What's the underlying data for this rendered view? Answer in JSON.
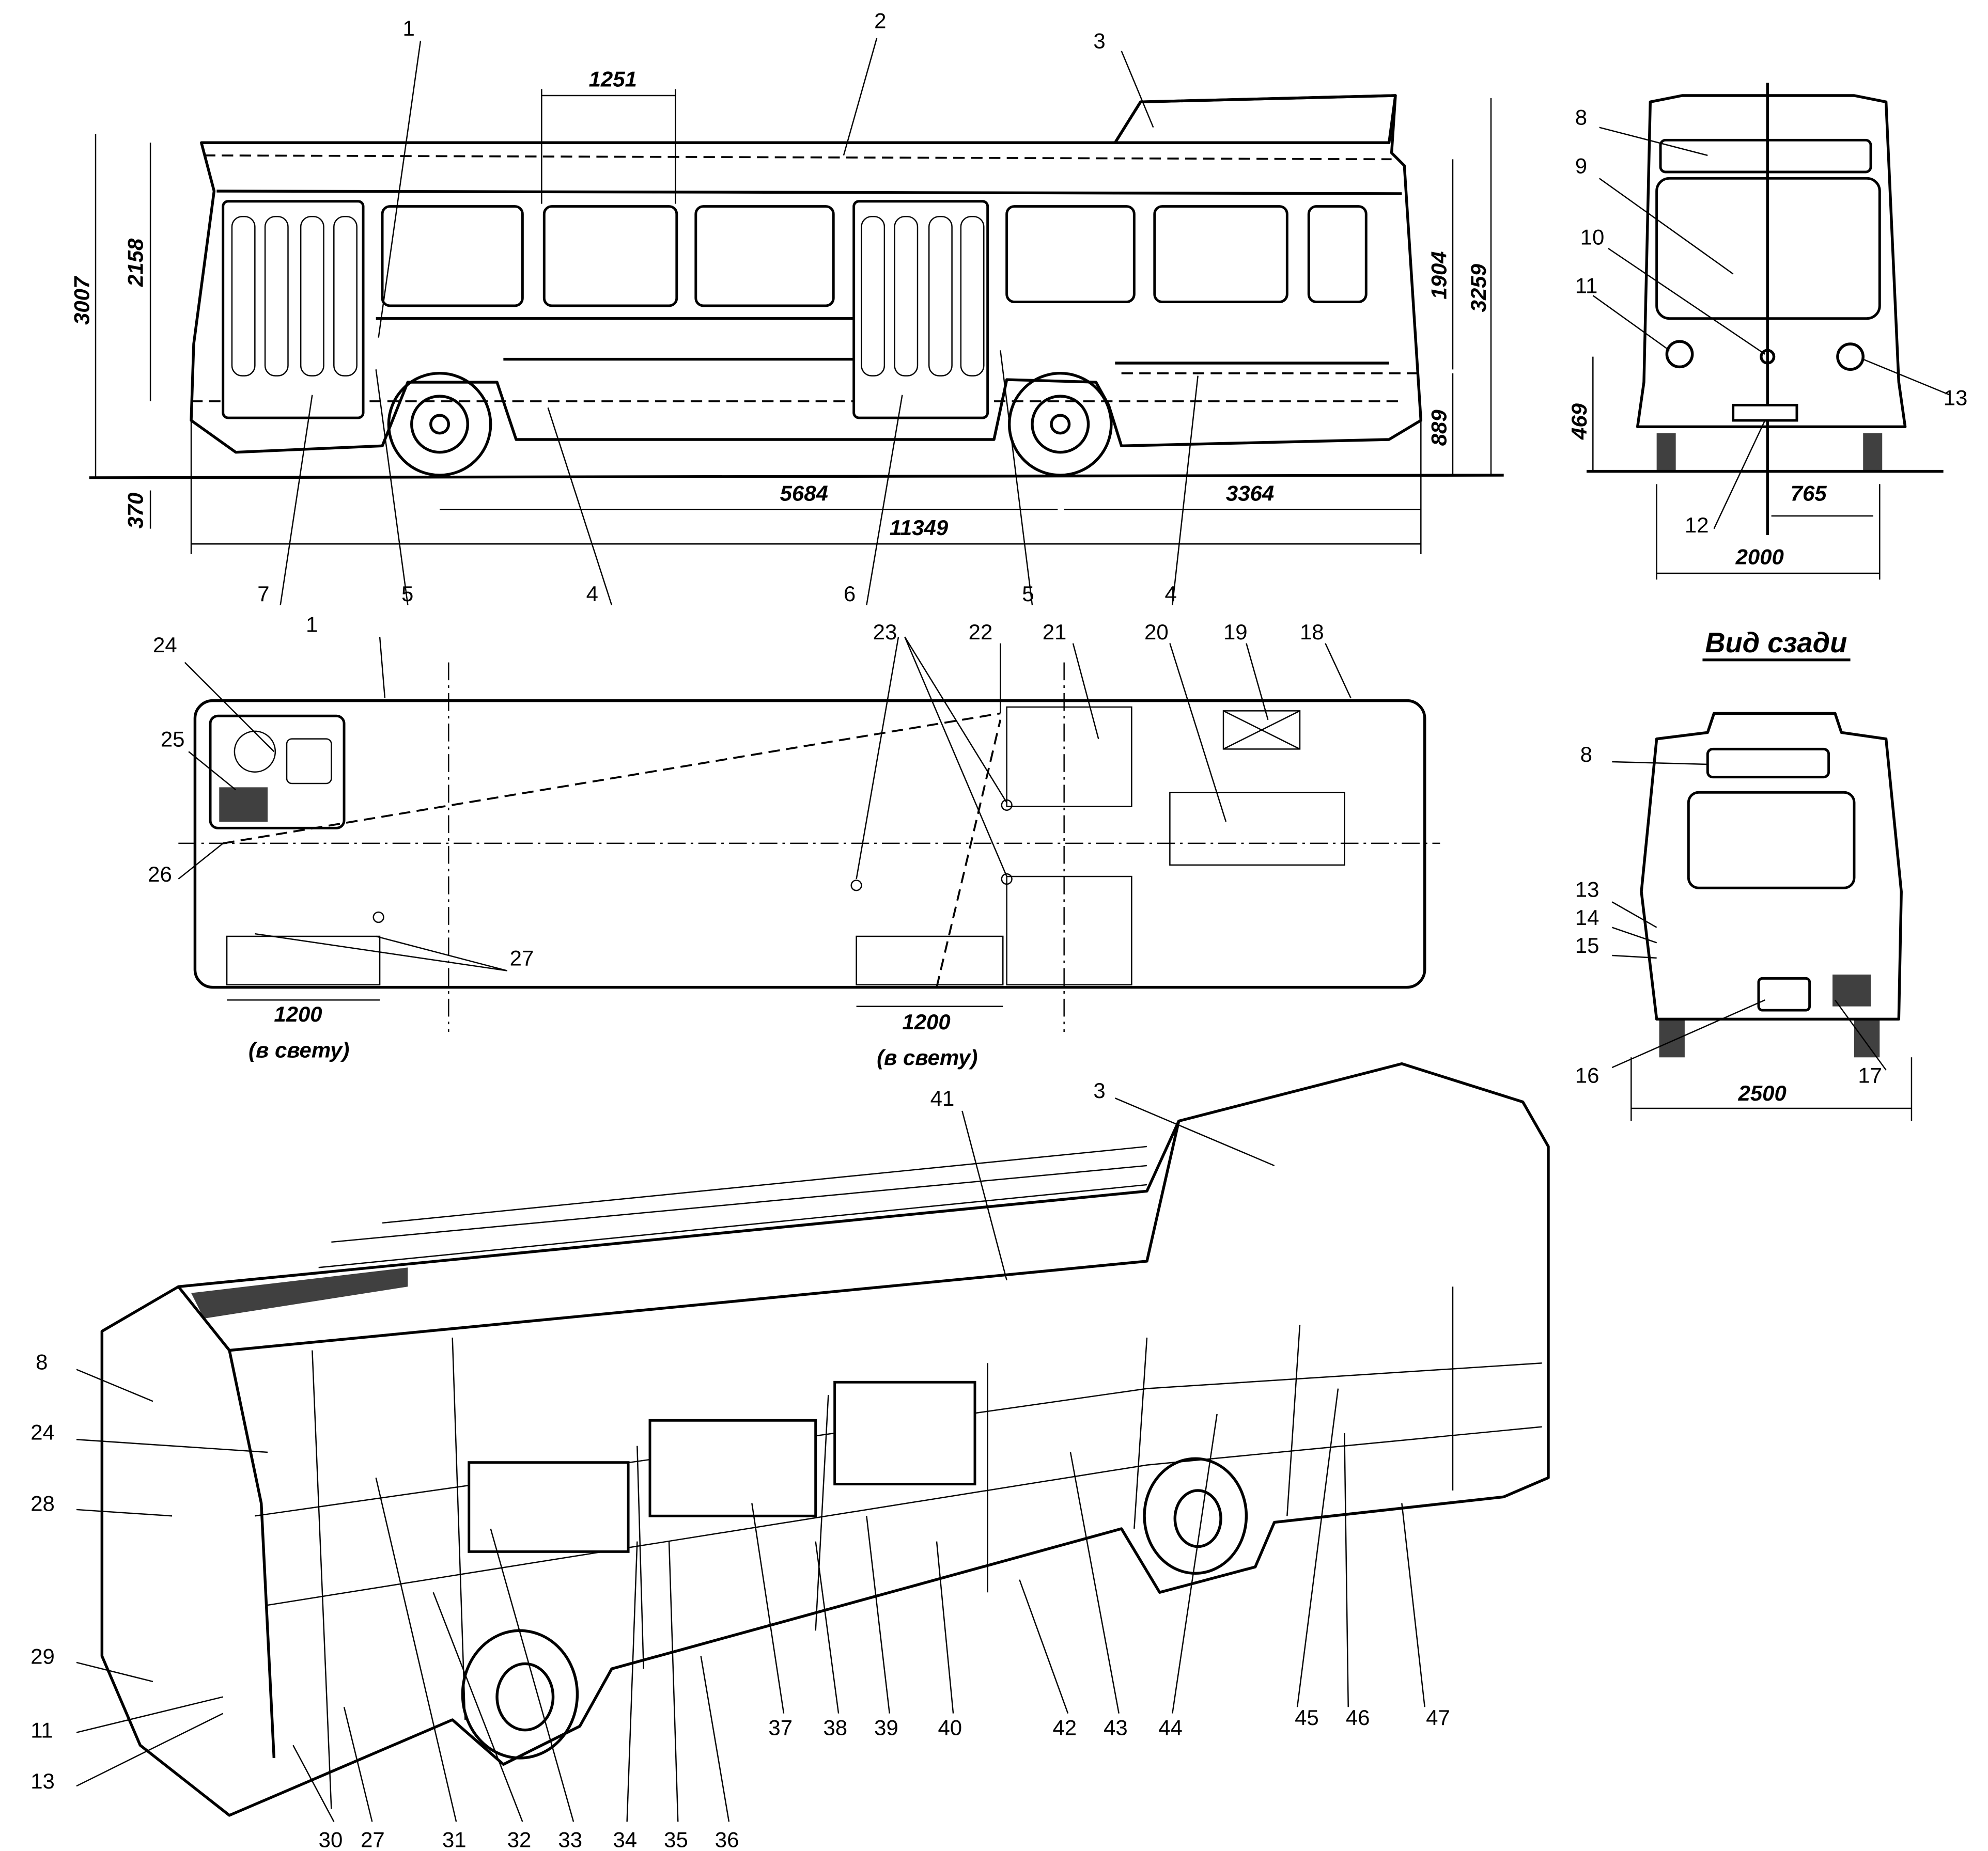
{
  "side_view": {
    "callouts": [
      "1",
      "2",
      "3",
      "7",
      "5",
      "4",
      "6",
      "5",
      "4"
    ],
    "dims": {
      "window_pitch": "1251",
      "height_total": "3007",
      "height_floor_roof": "2158",
      "height_rear": "1904",
      "height_max": "3259",
      "height_rear_low": "889",
      "ground_clearance": "370",
      "wheelbase": "5684",
      "rear_overhang": "3364",
      "length": "11349"
    }
  },
  "front_view": {
    "callouts": [
      "8",
      "9",
      "10",
      "11",
      "13",
      "12"
    ],
    "dims": {
      "bumper_height": "469",
      "half_track": "765",
      "track": "2000"
    }
  },
  "rear_view": {
    "title": "Вид сзади",
    "callouts": [
      "8",
      "13",
      "14",
      "15",
      "16",
      "17"
    ],
    "dims": {
      "width": "2500"
    }
  },
  "top_view": {
    "callouts": [
      "24",
      "1",
      "25",
      "26",
      "27",
      "23",
      "22",
      "21",
      "20",
      "19",
      "18"
    ],
    "dims": {
      "front_door_width": "1200",
      "front_door_note": "(в свету)",
      "mid_door_width": "1200",
      "mid_door_note": "(в свету)"
    }
  },
  "cutaway_view": {
    "callouts_top": [
      "3",
      "41"
    ],
    "callouts_left": [
      "8",
      "24",
      "28",
      "29",
      "11",
      "13"
    ],
    "callouts_bottom": [
      "30",
      "27",
      "31",
      "32",
      "33",
      "34",
      "35",
      "36",
      "37",
      "38",
      "39",
      "40",
      "42",
      "43",
      "44",
      "45",
      "46",
      "47"
    ]
  }
}
